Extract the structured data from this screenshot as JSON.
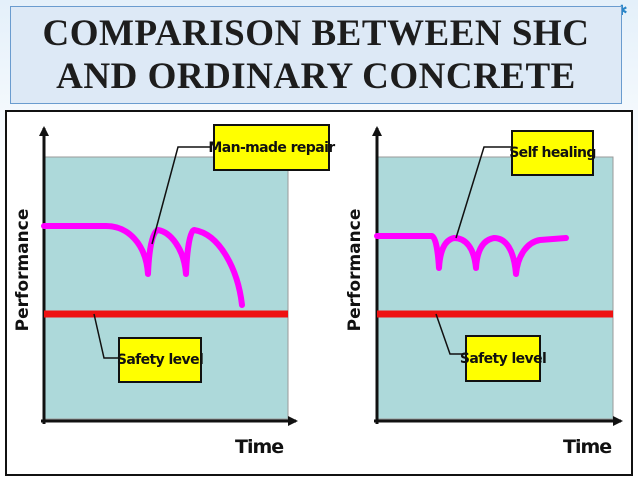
{
  "slide": {
    "title": "COMPARISON BETWEEN SHC AND ORDINARY CONCRETE"
  },
  "colors": {
    "title_bg": "#dde9f6",
    "panel_fill": "#add9da",
    "performance_curve": "#ff00ff",
    "safety_line": "#ee1111",
    "callout_fill": "#ffff00"
  },
  "diagrams": [
    {
      "id": "ordinary",
      "annotation": "Man-made repair",
      "safety_label": "Safety level",
      "y_axis_label": "Performance",
      "x_axis_label": "Time"
    },
    {
      "id": "shc",
      "annotation": "Self healing",
      "safety_label": "Safety level",
      "y_axis_label": "Performance",
      "x_axis_label": "Time"
    }
  ]
}
